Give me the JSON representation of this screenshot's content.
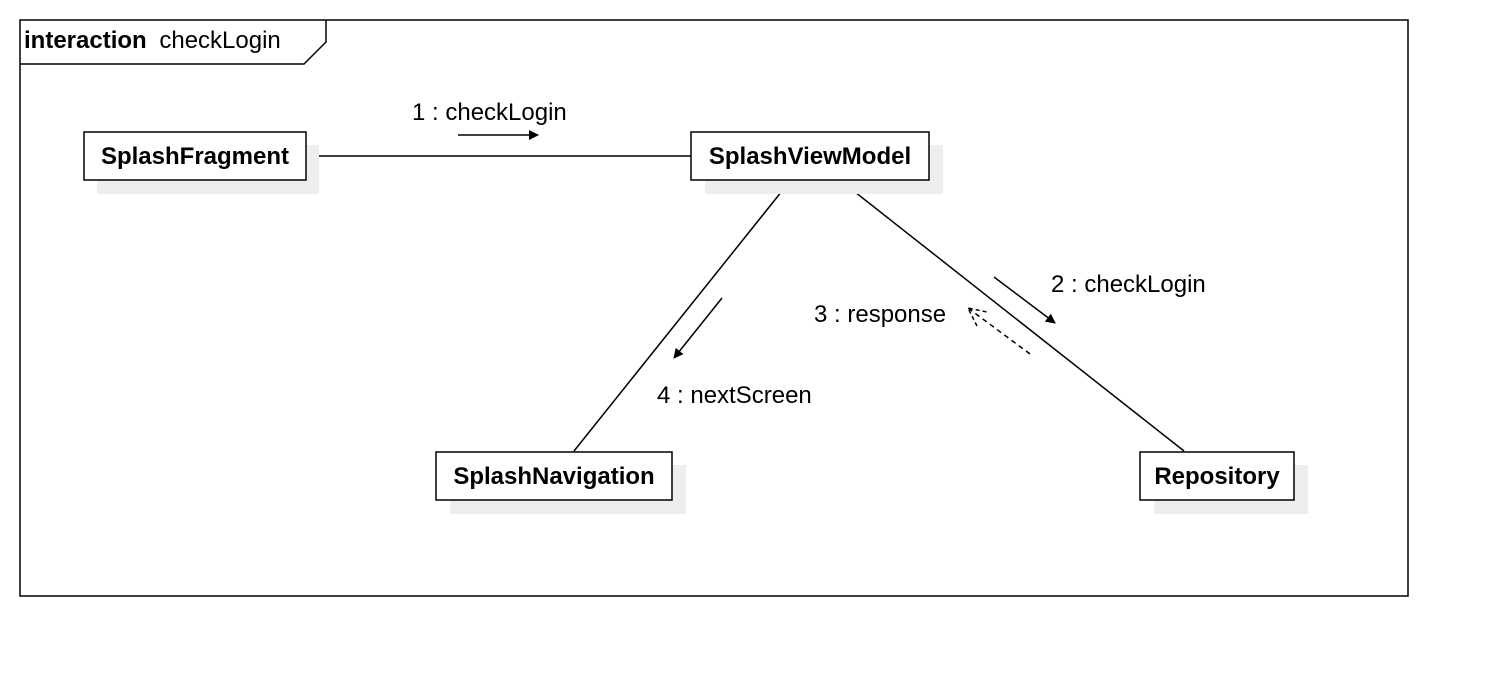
{
  "frame": {
    "keyword": "interaction",
    "name": "checkLogin"
  },
  "objects": {
    "splash_fragment": "SplashFragment",
    "splash_view_model": "SplashViewModel",
    "splash_navigation": "SplashNavigation",
    "repository": "Repository"
  },
  "messages": [
    {
      "label": "1 : checkLogin",
      "from": "SplashFragment",
      "to": "SplashViewModel",
      "kind": "synchronous"
    },
    {
      "label": "2 : checkLogin",
      "from": "SplashViewModel",
      "to": "Repository",
      "kind": "synchronous"
    },
    {
      "label": "3 : response",
      "from": "Repository",
      "to": "SplashViewModel",
      "kind": "reply"
    },
    {
      "label": "4 : nextScreen",
      "from": "SplashViewModel",
      "to": "SplashNavigation",
      "kind": "synchronous"
    }
  ],
  "colors": {
    "line": "#000000",
    "shadow": "#eeeeee",
    "fill": "#ffffff"
  }
}
